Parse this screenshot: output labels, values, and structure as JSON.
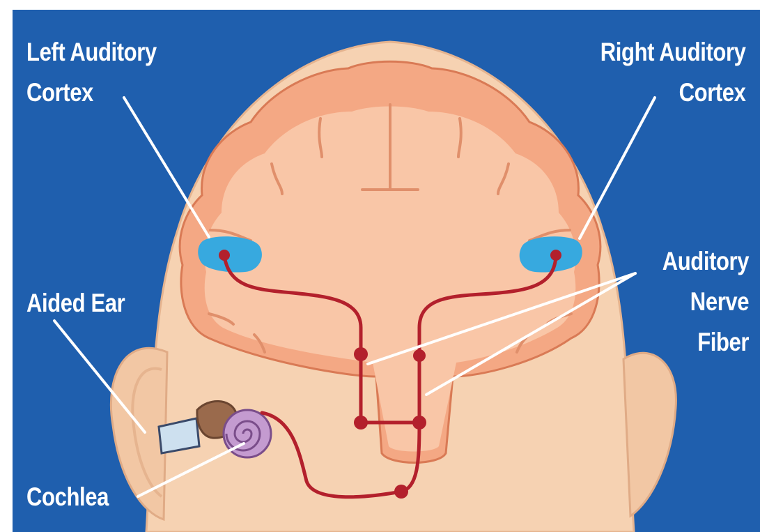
{
  "labels": {
    "left_auditory_cortex": {
      "line1": "Left Auditory",
      "line2": "Cortex"
    },
    "right_auditory_cortex": {
      "line1": "Right Auditory",
      "line2": "Cortex"
    },
    "auditory_nerve_fiber": {
      "line1": "Auditory",
      "line2": "Nerve",
      "line3": "Fiber"
    },
    "aided_ear": "Aided Ear",
    "cochlea": "Cochlea"
  },
  "colors": {
    "background": "#1f5fae",
    "skin": "#f6d2b2",
    "skin_outline": "#e6b48f",
    "brain": "#f4a884",
    "brain_inner": "#f9c6a7",
    "brain_outline": "#d97a55",
    "cortex_highlight": "#37a9df",
    "nerve": "#b3202c",
    "pointer": "#ffffff"
  }
}
